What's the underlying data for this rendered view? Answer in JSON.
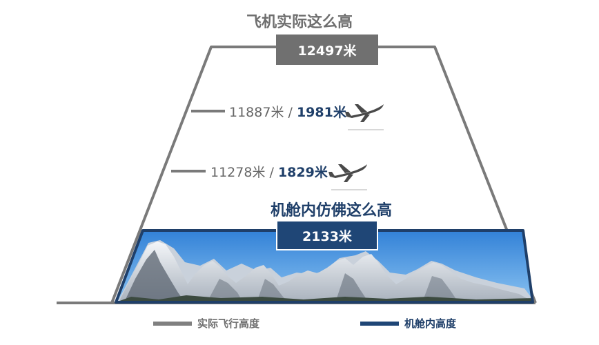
{
  "top": {
    "title": "飞机实际这么高",
    "value": "12497米"
  },
  "levels": [
    {
      "actual": "11887米",
      "sep": " / ",
      "cabin": "1981米",
      "icon": "airplane-icon"
    },
    {
      "actual": "11278米",
      "sep": " / ",
      "cabin": "1829米",
      "icon": "airplane-icon"
    }
  ],
  "cabin": {
    "title": "机舱内仿佛这么高",
    "value": "2133米",
    "scene": "mountain-landscape"
  },
  "legend": {
    "actual": {
      "label": "实际飞行高度",
      "color": "#808080"
    },
    "cabin": {
      "label": "机舱内高度",
      "color": "#1f4676"
    }
  },
  "colors": {
    "trapezoid": "#7a7a7a",
    "cabin_frame": "#1f3f69",
    "sky": "#3d8ee0"
  }
}
